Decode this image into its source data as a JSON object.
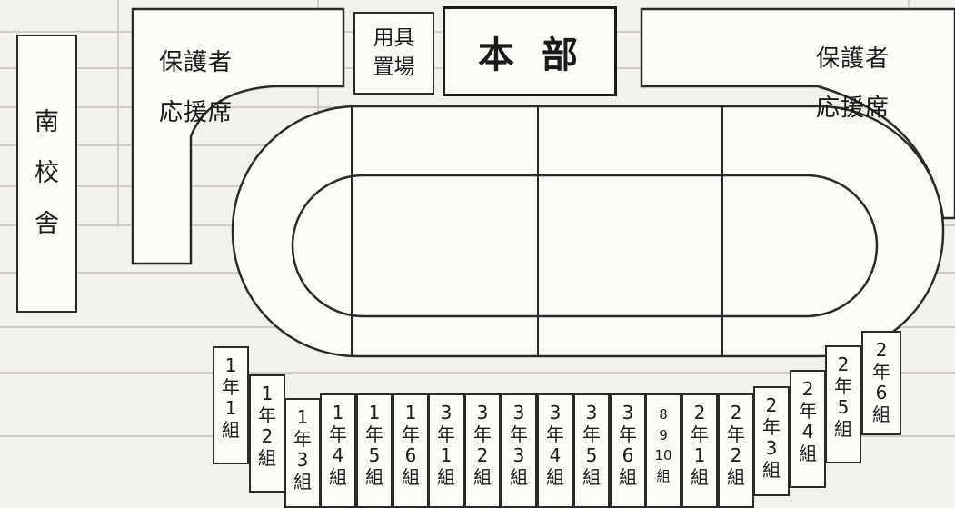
{
  "south_building": {
    "label": [
      "南",
      "校",
      "舎"
    ]
  },
  "equipment": {
    "line1": "用具",
    "line2": "置場"
  },
  "headquarters": {
    "label": "本部"
  },
  "guardian_left": {
    "line1": "保護者",
    "line2": "応援席"
  },
  "guardian_right": {
    "line1": "保護者",
    "line2": "応援席"
  },
  "class_seats": [
    {
      "chars": [
        "1",
        "年",
        "1",
        "組"
      ]
    },
    {
      "chars": [
        "1",
        "年",
        "2",
        "組"
      ]
    },
    {
      "chars": [
        "1",
        "年",
        "3",
        "組"
      ]
    },
    {
      "chars": [
        "1",
        "年",
        "4",
        "組"
      ]
    },
    {
      "chars": [
        "1",
        "年",
        "5",
        "組"
      ]
    },
    {
      "chars": [
        "1",
        "年",
        "6",
        "組"
      ]
    },
    {
      "chars": [
        "3",
        "年",
        "1",
        "組"
      ]
    },
    {
      "chars": [
        "3",
        "年",
        "2",
        "組"
      ]
    },
    {
      "chars": [
        "3",
        "年",
        "3",
        "組"
      ]
    },
    {
      "chars": [
        "3",
        "年",
        "4",
        "組"
      ]
    },
    {
      "chars": [
        "3",
        "年",
        "5",
        "組"
      ]
    },
    {
      "chars": [
        "3",
        "年",
        "6",
        "組"
      ]
    },
    {
      "chars": [
        "8",
        "9",
        "10",
        "組"
      ]
    },
    {
      "chars": [
        "2",
        "年",
        "1",
        "組"
      ]
    },
    {
      "chars": [
        "2",
        "年",
        "2",
        "組"
      ]
    },
    {
      "chars": [
        "2",
        "年",
        "3",
        "組"
      ]
    },
    {
      "chars": [
        "2",
        "年",
        "4",
        "組"
      ]
    },
    {
      "chars": [
        "2",
        "年",
        "5",
        "組"
      ]
    },
    {
      "chars": [
        "2",
        "年",
        "6",
        "組"
      ]
    }
  ]
}
